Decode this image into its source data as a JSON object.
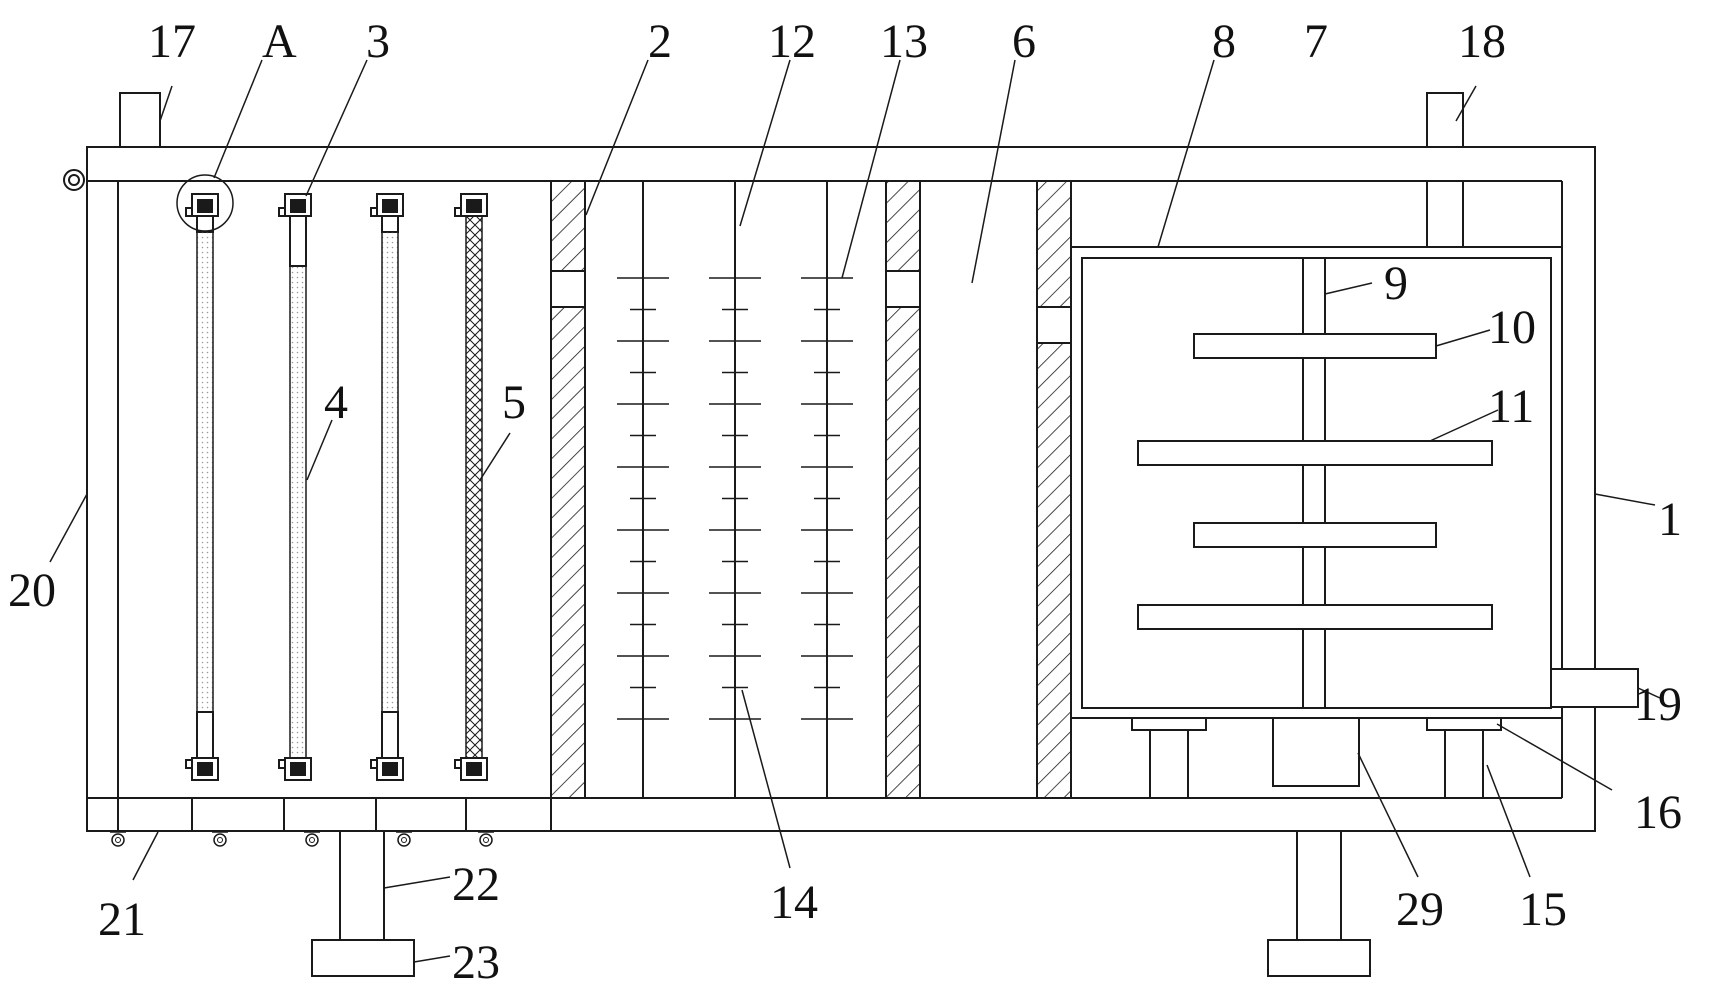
{
  "labels": {
    "l1": "1",
    "l2": "2",
    "l3": "3",
    "l4": "4",
    "l5": "5",
    "l6": "6",
    "l7": "7",
    "l8": "8",
    "l9": "9",
    "l10": "10",
    "l11": "11",
    "l12": "12",
    "l13": "13",
    "l14": "14",
    "l15": "15",
    "l16": "16",
    "l17": "17",
    "l18": "18",
    "l19": "19",
    "l20": "20",
    "l21": "21",
    "l22": "22",
    "l23": "23",
    "l29": "29",
    "lA": "A"
  },
  "colors": {
    "stroke": "#1a1a1a",
    "background": "#ffffff",
    "filter_dots": "#9a9a9a"
  }
}
